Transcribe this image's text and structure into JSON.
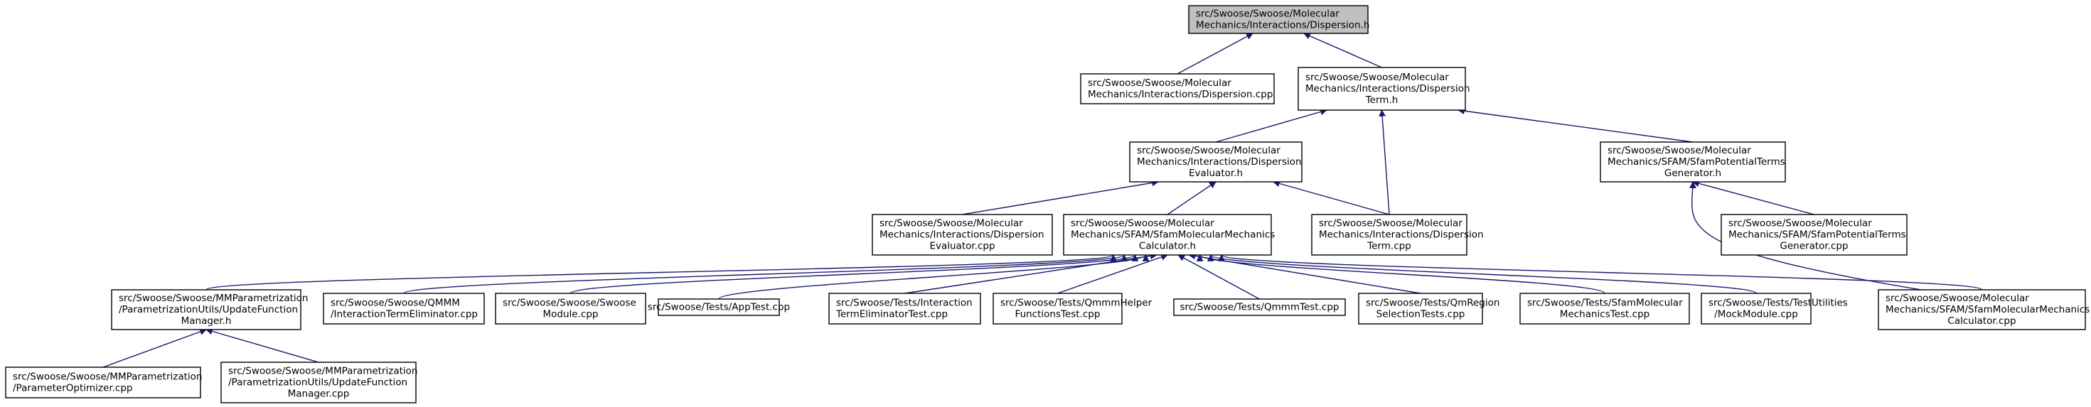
{
  "diagram": {
    "title": "",
    "edge_color": "#191970",
    "root_fill": "#bfbfbf",
    "nodes": [
      {
        "id": "n0",
        "lines": [
          "src/Swoose/Swoose/Molecular",
          "Mechanics/Interactions/Dispersion.h"
        ],
        "root": true
      },
      {
        "id": "n1",
        "lines": [
          "src/Swoose/Swoose/Molecular",
          "Mechanics/Interactions/Dispersion.cpp"
        ]
      },
      {
        "id": "n2",
        "lines": [
          "src/Swoose/Swoose/Molecular",
          "Mechanics/Interactions/Dispersion",
          "Term.h"
        ]
      },
      {
        "id": "n3",
        "lines": [
          "src/Swoose/Swoose/Molecular",
          "Mechanics/Interactions/Dispersion",
          "Evaluator.h"
        ]
      },
      {
        "id": "n4",
        "lines": [
          "src/Swoose/Swoose/Molecular",
          "Mechanics/SFAM/SfamPotentialTerms",
          "Generator.h"
        ]
      },
      {
        "id": "n5",
        "lines": [
          "src/Swoose/Swoose/Molecular",
          "Mechanics/Interactions/Dispersion",
          "Evaluator.cpp"
        ]
      },
      {
        "id": "n6",
        "lines": [
          "src/Swoose/Swoose/Molecular",
          "Mechanics/SFAM/SfamMolecularMechanics",
          "Calculator.h"
        ]
      },
      {
        "id": "n7",
        "lines": [
          "src/Swoose/Swoose/Molecular",
          "Mechanics/Interactions/Dispersion",
          "Term.cpp"
        ]
      },
      {
        "id": "n8",
        "lines": [
          "src/Swoose/Swoose/Molecular",
          "Mechanics/SFAM/SfamPotentialTerms",
          "Generator.cpp"
        ]
      },
      {
        "id": "n9",
        "lines": [
          "src/Swoose/Swoose/MMParametrization",
          "/ParametrizationUtils/UpdateFunction",
          "Manager.h"
        ]
      },
      {
        "id": "n10",
        "lines": [
          "src/Swoose/Swoose/QMMM",
          "/InteractionTermEliminator.cpp"
        ]
      },
      {
        "id": "n11",
        "lines": [
          "src/Swoose/Swoose/Swoose",
          "Module.cpp"
        ]
      },
      {
        "id": "n12",
        "lines": [
          "src/Swoose/Tests/AppTest.cpp"
        ]
      },
      {
        "id": "n13",
        "lines": [
          "src/Swoose/Tests/Interaction",
          "TermEliminatorTest.cpp"
        ]
      },
      {
        "id": "n14",
        "lines": [
          "src/Swoose/Tests/QmmmHelper",
          "FunctionsTest.cpp"
        ]
      },
      {
        "id": "n15",
        "lines": [
          "src/Swoose/Tests/QmmmTest.cpp"
        ]
      },
      {
        "id": "n16",
        "lines": [
          "src/Swoose/Tests/QmRegion",
          "SelectionTests.cpp"
        ]
      },
      {
        "id": "n17",
        "lines": [
          "src/Swoose/Tests/SfamMolecular",
          "MechanicsTest.cpp"
        ]
      },
      {
        "id": "n18",
        "lines": [
          "src/Swoose/Tests/TestUtilities",
          "/MockModule.cpp"
        ]
      },
      {
        "id": "n19",
        "lines": [
          "src/Swoose/Swoose/Molecular",
          "Mechanics/SFAM/SfamMolecularMechanics",
          "Calculator.cpp"
        ]
      },
      {
        "id": "n20",
        "lines": [
          "src/Swoose/Swoose/MMParametrization",
          "/ParameterOptimizer.cpp"
        ]
      },
      {
        "id": "n21",
        "lines": [
          "src/Swoose/Swoose/MMParametrization",
          "/ParametrizationUtils/UpdateFunction",
          "Manager.cpp"
        ]
      }
    ],
    "edges": [
      [
        "n0",
        "n1"
      ],
      [
        "n0",
        "n2"
      ],
      [
        "n2",
        "n3"
      ],
      [
        "n2",
        "n7"
      ],
      [
        "n2",
        "n4"
      ],
      [
        "n3",
        "n5"
      ],
      [
        "n3",
        "n6"
      ],
      [
        "n3",
        "n7"
      ],
      [
        "n4",
        "n8"
      ],
      [
        "n4",
        "n19"
      ],
      [
        "n6",
        "n9"
      ],
      [
        "n6",
        "n10"
      ],
      [
        "n6",
        "n11"
      ],
      [
        "n6",
        "n12"
      ],
      [
        "n6",
        "n13"
      ],
      [
        "n6",
        "n14"
      ],
      [
        "n6",
        "n15"
      ],
      [
        "n6",
        "n16"
      ],
      [
        "n6",
        "n17"
      ],
      [
        "n6",
        "n18"
      ],
      [
        "n6",
        "n19"
      ],
      [
        "n9",
        "n20"
      ],
      [
        "n9",
        "n21"
      ]
    ]
  }
}
